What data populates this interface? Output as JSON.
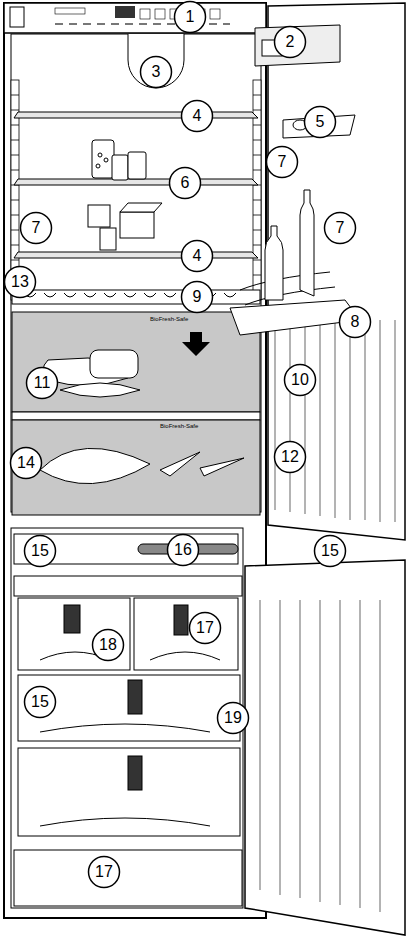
{
  "diagram": {
    "nodes": [
      {
        "text": [
          "1"
        ]
      },
      {
        "text": [
          "2"
        ]
      },
      {
        "text": [
          "3"
        ]
      },
      {
        "text": [
          "4"
        ]
      },
      {
        "text": [
          "5"
        ]
      },
      {
        "text": [
          "7"
        ]
      },
      {
        "text": [
          "6"
        ]
      },
      {
        "text": [
          "7"
        ]
      },
      {
        "text": [
          "7"
        ]
      },
      {
        "text": [
          "4"
        ]
      },
      {
        "text": [
          "13"
        ]
      },
      {
        "text": [
          "9"
        ]
      },
      {
        "text": [
          "8"
        ]
      },
      {
        "text": [
          "11"
        ]
      },
      {
        "text": [
          "10"
        ]
      },
      {
        "text": [
          "14"
        ]
      },
      {
        "text": [
          "12"
        ]
      },
      {
        "text": [
          "15"
        ]
      },
      {
        "text": [
          "16"
        ]
      },
      {
        "text": [
          "15"
        ]
      },
      {
        "text": [
          "17"
        ]
      },
      {
        "text": [
          "18"
        ]
      },
      {
        "text": [
          "15"
        ]
      },
      {
        "text": [
          "19"
        ]
      },
      {
        "text": [
          "17"
        ]
      }
    ],
    "labels": [
      "BioFresh-Safe",
      "BioFresh-Safe"
    ]
  }
}
